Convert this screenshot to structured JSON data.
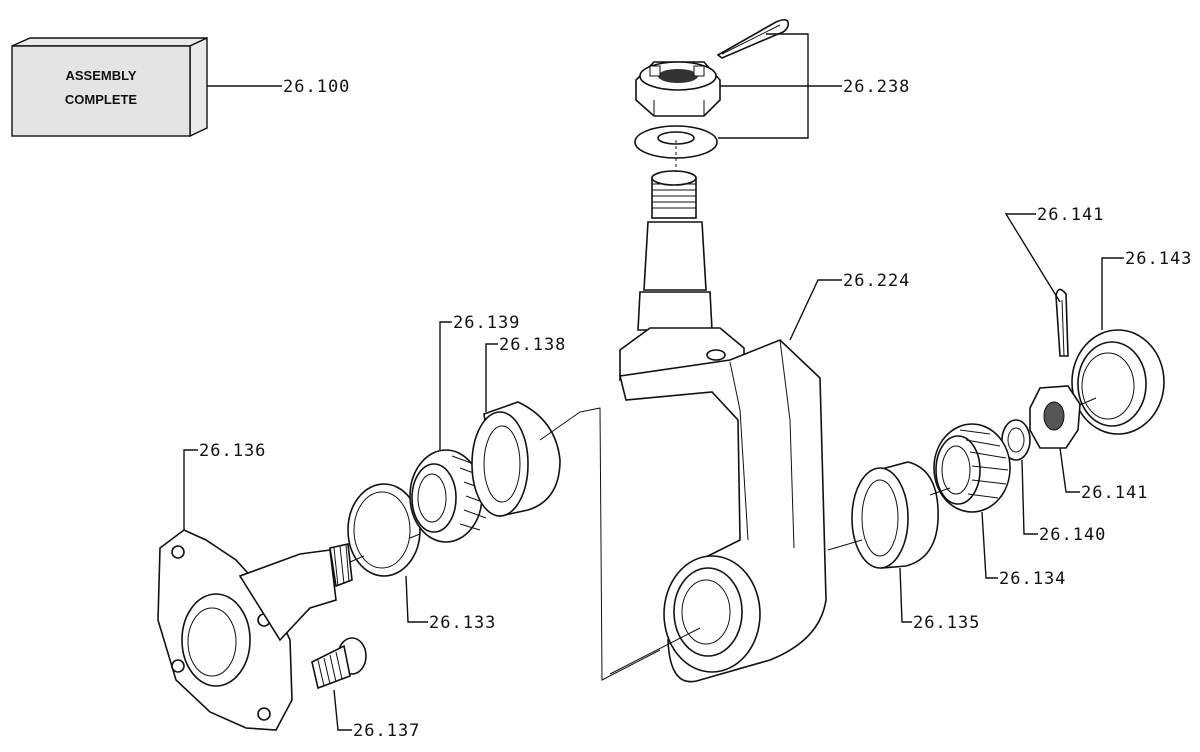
{
  "assembly_box": {
    "line1": "ASSEMBLY",
    "line2": "COMPLETE"
  },
  "callouts": {
    "assembly": "26.100",
    "nut_washer": "26.238",
    "knuckle": "26.224",
    "cotter_pin_right": "26.141",
    "nut_right": "26.141",
    "hub_cap": "26.143",
    "inner_race_left": "26.139",
    "outer_cup_left": "26.138",
    "hub_flange": "26.136",
    "seal": "26.133",
    "stud": "26.137",
    "outer_cup_right": "26.135",
    "bearing_right": "26.134",
    "washer_right": "26.140"
  }
}
